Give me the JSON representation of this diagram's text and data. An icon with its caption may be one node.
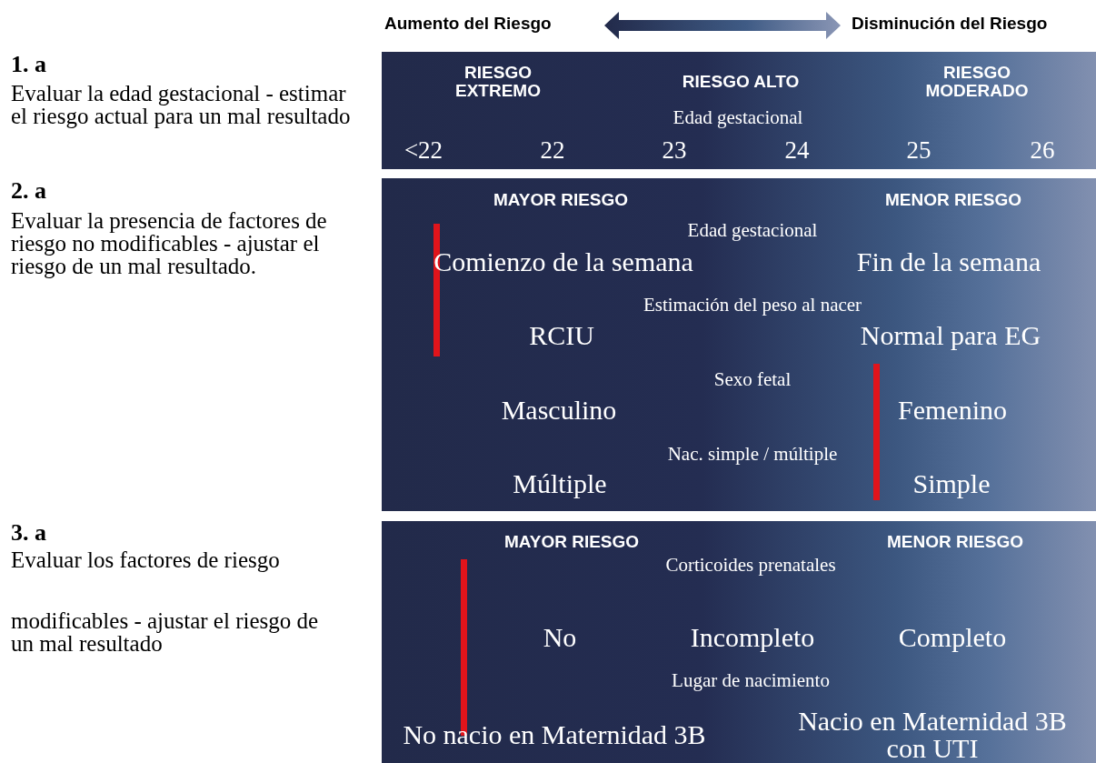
{
  "diagram": {
    "nodes": [
      {
        "text": [
          "RIESGO EXTREMO",
          "RIESGO ALTO",
          "RIESGO MODERADO",
          "Edad gestacional",
          "<22",
          "22",
          "23",
          "24",
          "25",
          "26"
        ]
      },
      {
        "text": [
          "MAYOR RIESGO",
          "MENOR RIESGO",
          "Edad gestacional",
          "Comienzo de la semana",
          "Fin de la semana",
          "Estimación del peso al nacer",
          "RCIU",
          "Normal para EG",
          "Sexo fetal",
          "Masculino",
          "Femenino",
          "Nac. simple / múltiple",
          "Múltiple",
          "Simple"
        ]
      },
      {
        "text": [
          "MAYOR RIESGO",
          "MENOR RIESGO",
          "Corticoides prenatales",
          "No",
          "Incompleto",
          "Completo",
          "Lugar de nacimiento",
          "No nacio en Maternidad 3B",
          "Nacio en Maternidad 3B con UTI"
        ]
      }
    ],
    "labels": [
      "Aumento del Riesgo",
      "Disminución del Riesgo",
      "1. a",
      "Evaluar la edad gestacional - estimar el riesgo actual para un mal resultado",
      "2. a",
      "Evaluar la presencia de factores de riesgo no modificables - ajustar el riesgo de un mal resultado.",
      "3. a",
      "Evaluar los factores de riesgo",
      "modificables - ajustar el riesgo de un mal resultado"
    ]
  }
}
